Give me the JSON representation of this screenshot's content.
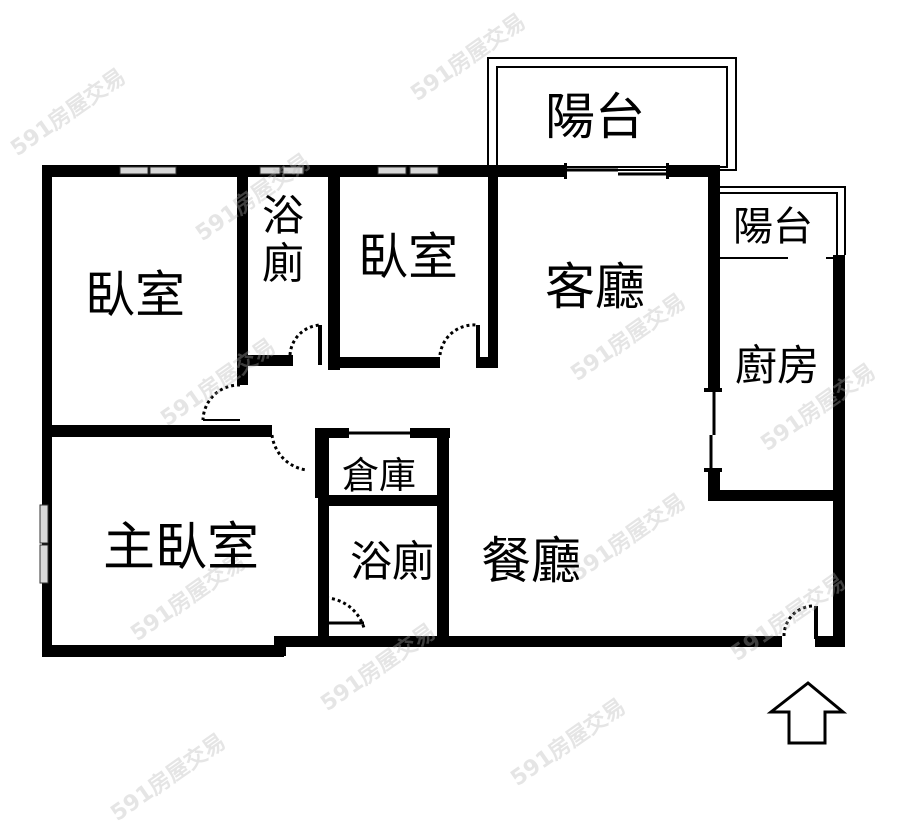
{
  "floor_plan": {
    "rooms": [
      {
        "id": "balcony-top",
        "label": "陽台"
      },
      {
        "id": "balcony-right",
        "label": "陽台"
      },
      {
        "id": "bedroom-1",
        "label": "臥室"
      },
      {
        "id": "bathroom-1",
        "label_line1": "浴",
        "label_line2": "廁"
      },
      {
        "id": "bedroom-2",
        "label": "臥室"
      },
      {
        "id": "living-room",
        "label": "客廳"
      },
      {
        "id": "kitchen",
        "label": "廚房"
      },
      {
        "id": "storage",
        "label": "倉庫"
      },
      {
        "id": "master-bedroom",
        "label": "主臥室"
      },
      {
        "id": "bathroom-2",
        "label": "浴廁"
      },
      {
        "id": "dining-room",
        "label": "餐廳"
      }
    ],
    "entrance_icon": "up-arrow-entrance-icon",
    "wall_color": "#000000",
    "background_color": "#ffffff"
  },
  "watermark": {
    "text": "591房屋交易"
  }
}
